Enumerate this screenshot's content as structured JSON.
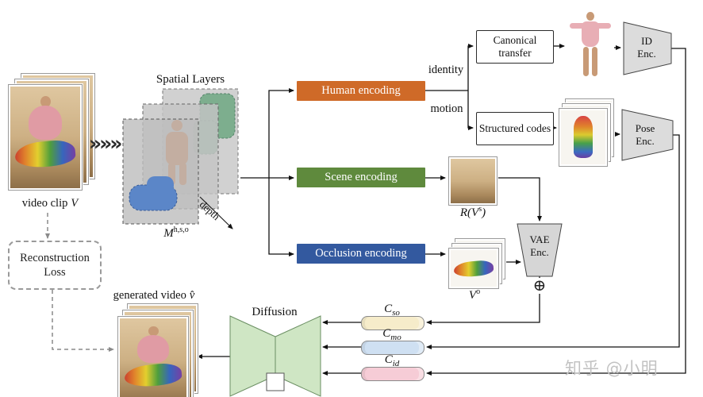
{
  "video_clip": {
    "label": "video clip",
    "symbol": "V"
  },
  "chevrons": "»»»",
  "spatial_layers": {
    "title": "Spatial Layers",
    "depth": "depth",
    "matrix_base": "M",
    "matrix_sup": "h,s,o"
  },
  "encodings": {
    "human": {
      "label": "Human encoding",
      "color": "#cf6a28"
    },
    "scene": {
      "label": "Scene encoding",
      "color": "#5f8a3d"
    },
    "occlusion": {
      "label": "Occlusion encoding",
      "color": "#33599f"
    }
  },
  "branch_labels": {
    "identity": "identity",
    "motion": "motion"
  },
  "boxes": {
    "canonical_transfer": "Canonical transfer",
    "structured_codes": "Structured codes"
  },
  "encoders": {
    "id": {
      "line1": "ID",
      "line2": "Enc."
    },
    "pose": {
      "line1": "Pose",
      "line2": "Enc."
    },
    "vae": {
      "line1": "VAE",
      "line2": "Enc."
    }
  },
  "scene_render_label": {
    "pre": "R(V",
    "sup": "s",
    "post": ")"
  },
  "occlusion_label": {
    "base": "V",
    "sup": "o"
  },
  "plus_symbol": "⊕",
  "conditions": {
    "so": {
      "base": "C",
      "sub": "so",
      "color": "#f6ecca"
    },
    "mo": {
      "base": "C",
      "sub": "mo",
      "color": "#cfe0f2"
    },
    "id": {
      "base": "C",
      "sub": "id",
      "color": "#f6ccd6"
    }
  },
  "diffusion": {
    "label": "Diffusion",
    "color": "#cfe6c4"
  },
  "generated_video": {
    "label": "generated video",
    "symbol": "v̂"
  },
  "reconstruction_loss": "Reconstruction Loss",
  "watermark": "知乎 @小明"
}
